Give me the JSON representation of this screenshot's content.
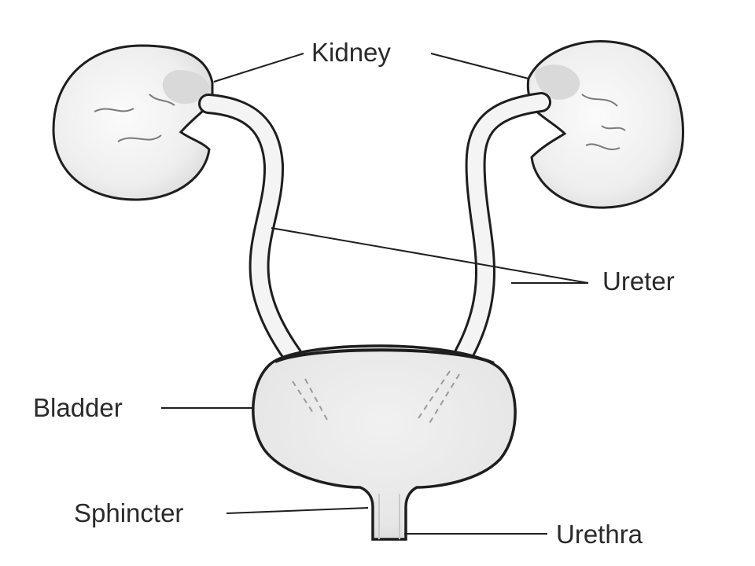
{
  "labels": {
    "kidney": "Kidney",
    "ureter": "Ureter",
    "bladder": "Bladder",
    "sphincter": "Sphincter",
    "urethra": "Urethra"
  },
  "colors": {
    "outline": "#1e1e1e",
    "shading": "#d6d6d6",
    "organ_fill": "#f7f7f7",
    "bladder_fill": "#ebebeb",
    "label_text": "#2a2a2a"
  }
}
